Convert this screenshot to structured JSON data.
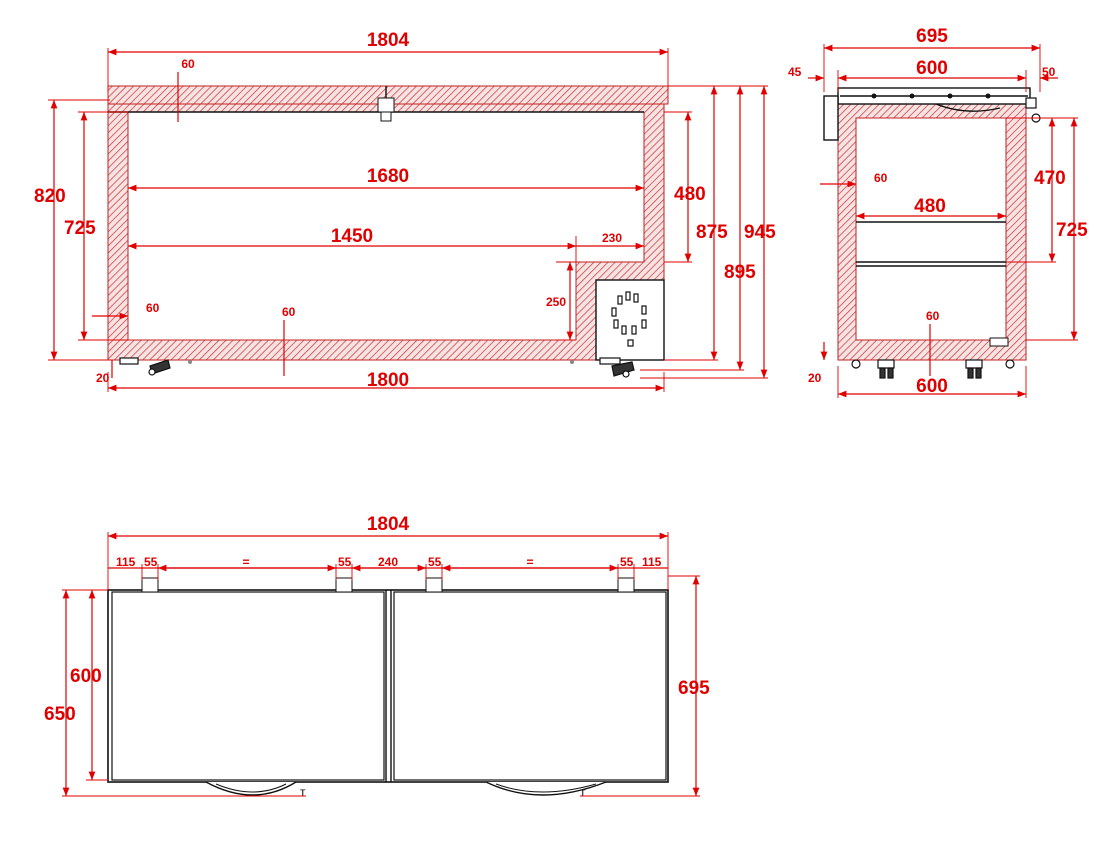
{
  "colors": {
    "dimension": "#e00000",
    "outline": "#111111",
    "hatch": "#d23030"
  },
  "front_view": {
    "labels": {
      "total_width": "1804",
      "lid_gap": "60",
      "inner_width": "1680",
      "compartment_width": "1450",
      "step_width": "230",
      "outer_height": "820",
      "inner_height": "725",
      "step_inner_height": "480",
      "height_a": "875",
      "height_b": "895",
      "height_c": "945",
      "step_height": "250",
      "wall_left": "60",
      "wall_bottom": "60",
      "foot": "20",
      "base_width": "1800"
    }
  },
  "side_view": {
    "labels": {
      "lid_depth": "695",
      "top_depth": "600",
      "rear_overhang": "45",
      "front_overhang": "50",
      "wall": "60",
      "inner_depth": "480",
      "basket_height": "470",
      "inner_height": "725",
      "wall_bottom": "60",
      "foot": "20",
      "base_depth": "600"
    }
  },
  "top_view": {
    "labels": {
      "total_width": "1804",
      "left_margin": "115",
      "hinge_1": "55",
      "equal_1": "=",
      "hinge_2": "55",
      "center_gap": "240",
      "hinge_3": "55",
      "equal_2": "=",
      "hinge_4": "55",
      "right_margin": "115",
      "lid_depth_inner": "600",
      "lid_depth_outer": "650",
      "cabinet_depth": "695"
    }
  }
}
